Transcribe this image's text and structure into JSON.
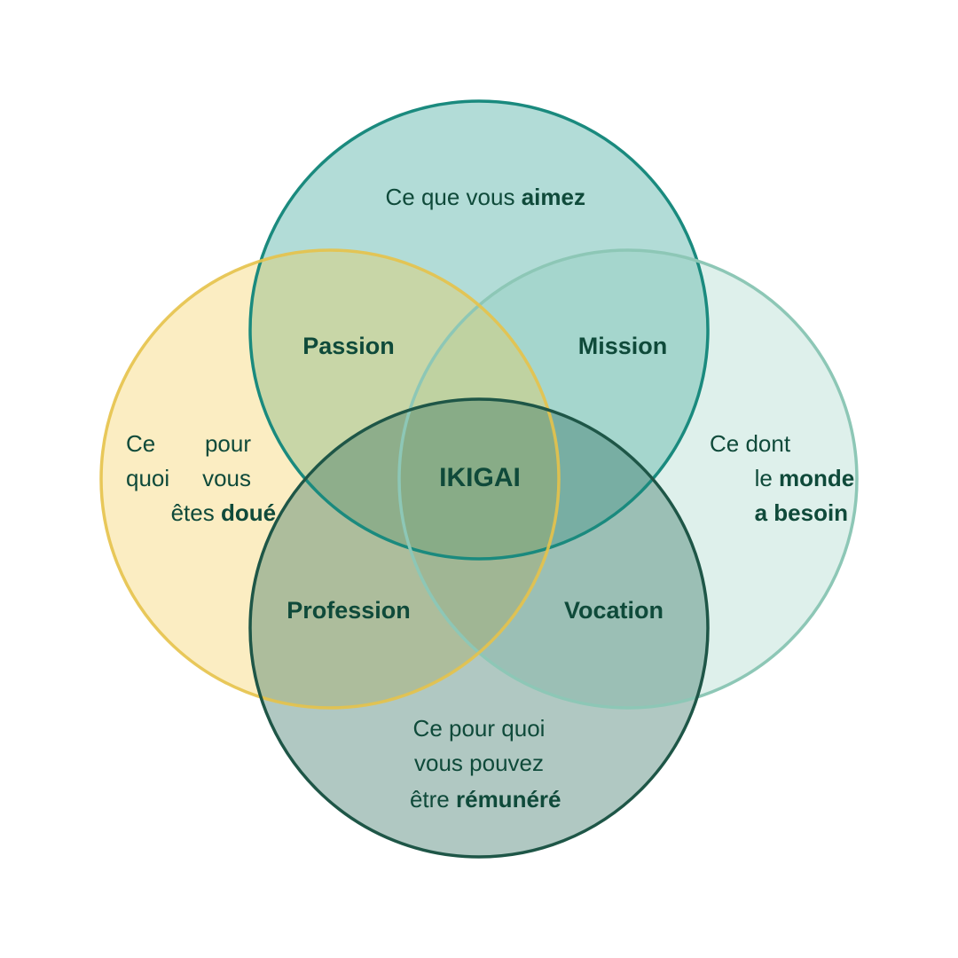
{
  "colors": {
    "top": "#2a9d8f",
    "left": "#f2c94c",
    "right": "#7fc4b0",
    "bottom": "#2f6f5e",
    "text": "#0f4a3a"
  },
  "circles": {
    "top": {
      "line1_prefix": "Ce que vous ",
      "line1_bold": "aimez"
    },
    "left": {
      "line1_a": "Ce",
      "line1_b": "pour",
      "line2_a": "quoi",
      "line2_b": "vous",
      "line3_prefix": "êtes ",
      "line3_bold": "doué"
    },
    "right": {
      "line1": "Ce dont",
      "line2_prefix": "le ",
      "line2_bold": "monde",
      "line3_bold": "a besoin"
    },
    "bottom": {
      "line1": "Ce pour quoi",
      "line2": "vous pouvez",
      "line3_prefix": "être ",
      "line3_bold": "rémunéré"
    }
  },
  "intersections": {
    "passion": "Passion",
    "mission": "Mission",
    "profession": "Profession",
    "vocation": "Vocation",
    "center": "IKIGAI"
  }
}
